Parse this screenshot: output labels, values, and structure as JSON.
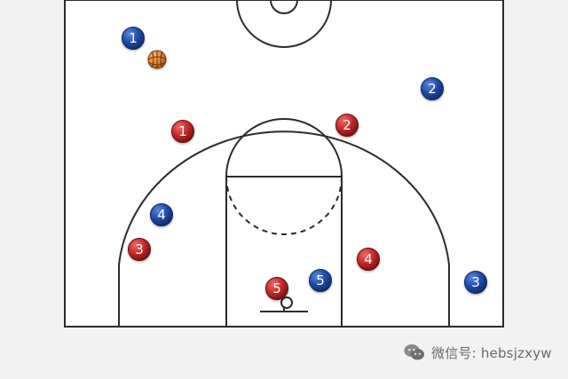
{
  "diagram": {
    "players": [
      {
        "team": "blue",
        "number": "1"
      },
      {
        "team": "blue",
        "number": "2"
      },
      {
        "team": "blue",
        "number": "3"
      },
      {
        "team": "blue",
        "number": "4"
      },
      {
        "team": "blue",
        "number": "5"
      },
      {
        "team": "red",
        "number": "1"
      },
      {
        "team": "red",
        "number": "2"
      },
      {
        "team": "red",
        "number": "3"
      },
      {
        "team": "red",
        "number": "4"
      },
      {
        "team": "red",
        "number": "5"
      }
    ],
    "colors": {
      "blue": "#1f4ea8",
      "red": "#c62a2a",
      "ball": "#e48a3b",
      "lines": "#2b2b2b",
      "court": "#ffffff",
      "background": "#f1f1f1"
    }
  },
  "watermark": {
    "text": "微信号: hebsjzxyw"
  }
}
